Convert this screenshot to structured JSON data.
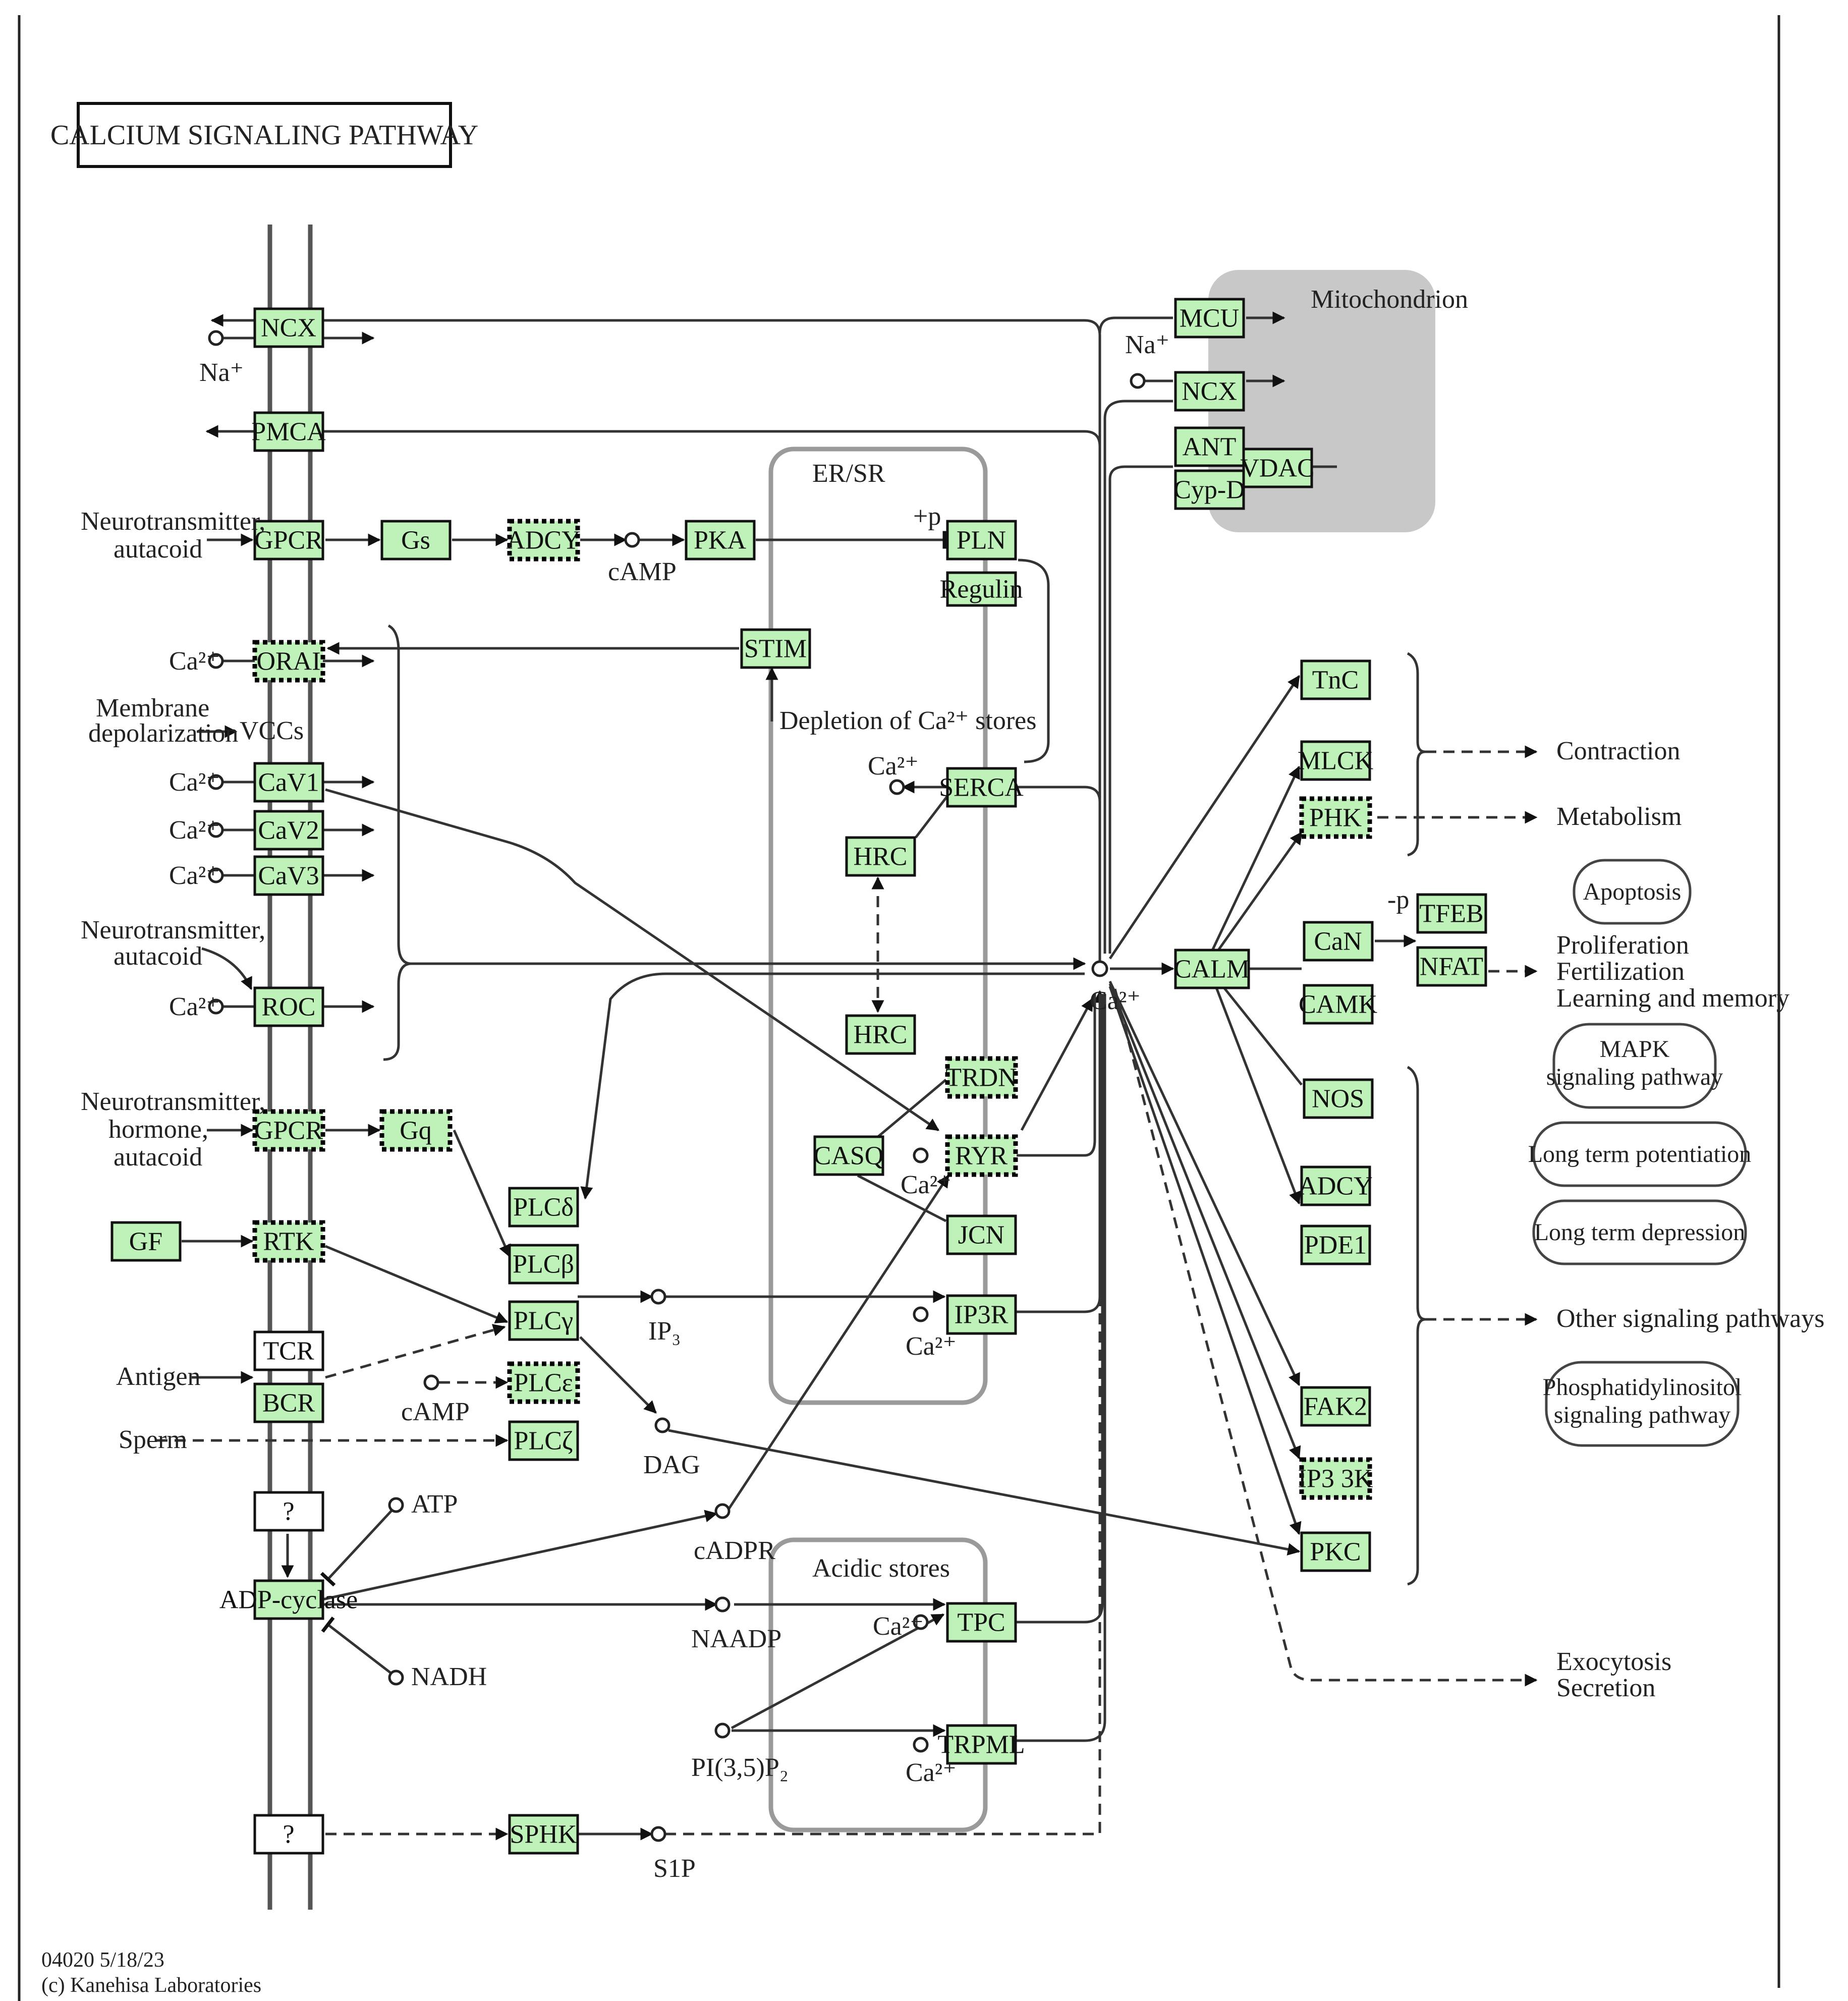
{
  "title": "CALCIUM SIGNALING PATHWAY",
  "footer": {
    "map_id": "04020 5/18/23",
    "copyright": "(c) Kanehisa Laboratories"
  },
  "colors": {
    "gene_fill": "#bff2b8",
    "mito_fill": "#c8c8c8",
    "region_stroke": "#9a9a9a",
    "line": "#333333"
  },
  "compartments": {
    "mitochondrion": "Mitochondrion",
    "er_sr": "ER/SR",
    "acidic_stores": "Acidic stores"
  },
  "genes": {
    "ncx": "NCX",
    "pmca": "PMCA",
    "gpcr1": "GPCR",
    "gs": "Gs",
    "adcy1": "ADCY",
    "pka": "PKA",
    "pln": "PLN",
    "regulin": "Regulin",
    "orai": "ORAI",
    "stim": "STIM",
    "cav1": "CaV1",
    "cav2": "CaV2",
    "cav3": "CaV3",
    "roc": "ROC",
    "gpcr2": "GPCR",
    "gq": "Gq",
    "gf": "GF",
    "rtk": "RTK",
    "tcr": "TCR",
    "bcr": "BCR",
    "plcd": "PLCδ",
    "plcb": "PLCβ",
    "plcg": "PLCγ",
    "plce": "PLCε",
    "plcz": "PLCζ",
    "serca": "SERCA",
    "hrc1": "HRC",
    "hrc2": "HRC",
    "trdn": "TRDN",
    "casq": "CASQ",
    "ryr": "RYR",
    "jcn": "JCN",
    "ip3r": "IP3R",
    "tpc": "TPC",
    "trpml": "TRPML",
    "sphk": "SPHK",
    "adp_cyclase": "ADP-cyclase",
    "unknown1": "?",
    "unknown2": "?",
    "mcu": "MCU",
    "ncx_mito": "NCX",
    "ant": "ANT",
    "cypd": "Cyp-D",
    "vdac": "VDAC",
    "calm": "CALM",
    "tnc": "TnC",
    "mlck": "MLCK",
    "phk": "PHK",
    "can": "CaN",
    "camk": "CAMK",
    "tfeb": "TFEB",
    "nfat": "NFAT",
    "nos": "NOS",
    "adcy2": "ADCY",
    "pde1": "PDE1",
    "fak2": "FAK2",
    "ip3_3k": "IP3 3K",
    "pkc": "PKC"
  },
  "labels": {
    "na_plus_1": "Na⁺",
    "na_plus_2": "Na⁺",
    "neurotransmitter_1a": "Neurotransmitter,",
    "neurotransmitter_1b": "autacoid",
    "camp_1": "cAMP",
    "p_mark_1": "+p",
    "p_mark_2": "-p",
    "ca_orai": "Ca²⁺",
    "membrane_depol_a": "Membrane",
    "membrane_depol_b": "depolarization",
    "vccs": "VCCs",
    "ca_cav1": "Ca²⁺",
    "ca_cav2": "Ca²⁺",
    "ca_cav3": "Ca²⁺",
    "depletion": "Depletion of Ca²⁺ stores",
    "ca_serca": "Ca²⁺",
    "neurotransmitter_2a": "Neurotransmitter,",
    "neurotransmitter_2b": "autacoid",
    "ca_roc": "Ca²⁺",
    "ca_center": "Ca²⁺",
    "neurotransmitter_3a": "Neurotransmitter,",
    "neurotransmitter_3b": "hormone,",
    "neurotransmitter_3c": "autacoid",
    "ca_ryr": "Ca²⁺",
    "ip3": "IP₃",
    "ca_ip3r": "Ca²⁺",
    "antigen": "Antigen",
    "camp_2": "cAMP",
    "sperm": "Sperm",
    "dag": "DAG",
    "atp": "ATP",
    "cadpr": "cADPR",
    "nadph": "NADH",
    "naadp": "NAADP",
    "ca_tpc": "Ca²⁺",
    "pi35p2": "PI(3,5)P₂",
    "ca_trpml": "Ca²⁺",
    "s1p": "S1P",
    "contraction": "Contraction",
    "metabolism": "Metabolism",
    "proliferation": "Proliferation",
    "fertilization": "Fertilization",
    "learning": "Learning and memory",
    "other_pathways": "Other signaling pathways",
    "exocytosis": "Exocytosis",
    "secretion": "Secretion"
  },
  "pathways": {
    "apoptosis": "Apoptosis",
    "mapk_a": "MAPK",
    "mapk_b": "signaling pathway",
    "ltp": "Long term potentiation",
    "ltd": "Long term depression",
    "pi_a": "Phosphatidylinositol",
    "pi_b": "signaling pathway"
  }
}
